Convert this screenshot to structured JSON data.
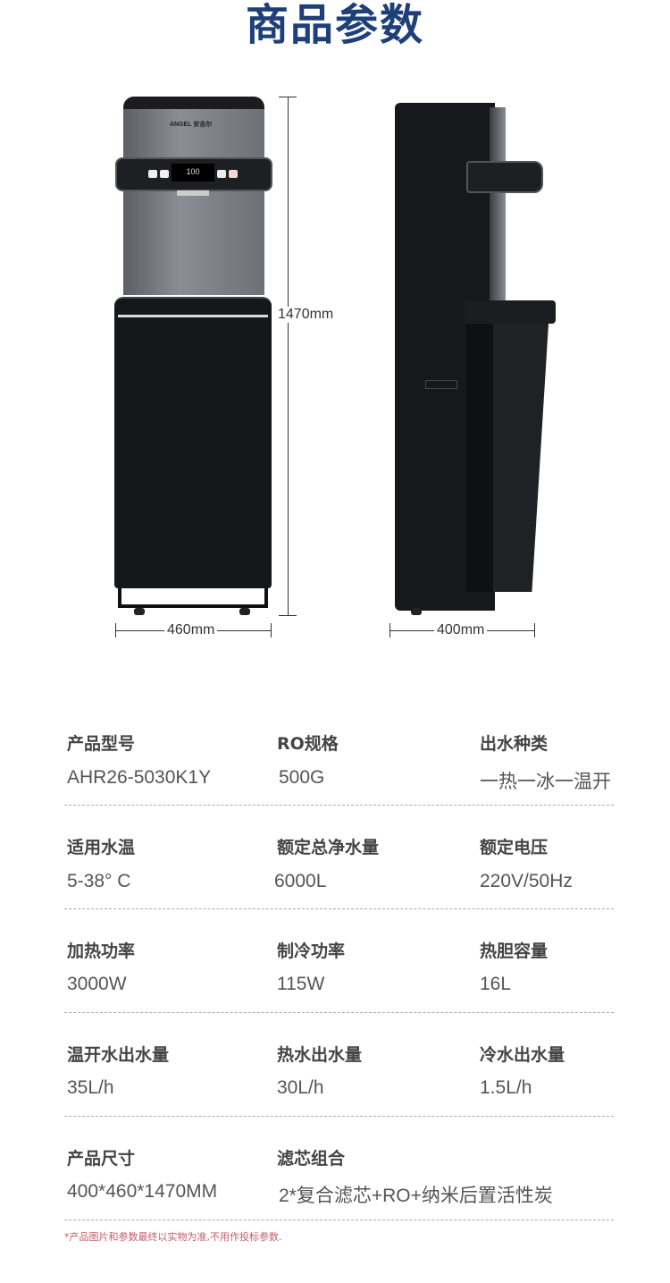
{
  "title": "商品参数",
  "brand_logo": "ANGEL 安吉尔",
  "display_readout": "100",
  "dimensions": {
    "height": "1470mm",
    "width": "460mm",
    "depth": "400mm"
  },
  "specs": [
    {
      "label": "产品型号",
      "value": "AHR26-5030K1Y"
    },
    {
      "label": "RO规格",
      "value": "500G"
    },
    {
      "label": "出水种类",
      "value": "一热一冰一温开"
    },
    {
      "label": "适用水温",
      "value": "5-38° C"
    },
    {
      "label": "额定总净水量",
      "value": "6000L"
    },
    {
      "label": "额定电压",
      "value": "220V/50Hz"
    },
    {
      "label": "加热功率",
      "value": "3000W"
    },
    {
      "label": "制冷功率",
      "value": "115W"
    },
    {
      "label": "热胆容量",
      "value": "16L"
    },
    {
      "label": "温开水出水量",
      "value": "35L/h"
    },
    {
      "label": "热水出水量",
      "value": "30L/h"
    },
    {
      "label": "冷水出水量",
      "value": "1.5L/h"
    },
    {
      "label": "产品尺寸",
      "value": "400*460*1470MM"
    },
    {
      "label": "滤芯组合",
      "value": "2*复合滤芯+RO+纳米后置活性炭"
    }
  ],
  "note": "*产品图片和参数最终以实物为准,不用作投标参数."
}
